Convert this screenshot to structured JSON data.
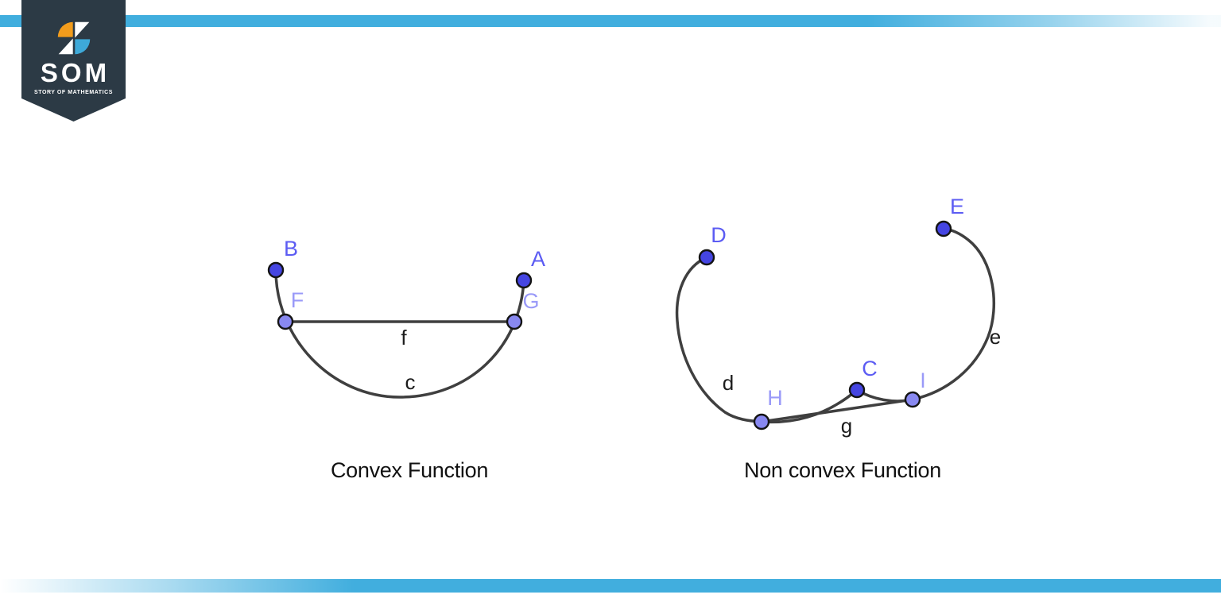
{
  "decor": {
    "top_bar_color": "#41aede",
    "bottom_bar_color": "#41aede"
  },
  "logo": {
    "acronym": "SOM",
    "tagline": "STORY OF MATHEMATICS",
    "banner_color": "#2c3a45",
    "icon_colors": {
      "orange": "#f29c1c",
      "blue": "#3ea9d8",
      "white": "#ffffff"
    }
  },
  "figures": {
    "convex": {
      "caption": "Convex Function",
      "chord_label": "f",
      "curve_label": "c",
      "points": {
        "B": {
          "label": "B",
          "style": "free"
        },
        "F": {
          "label": "F",
          "style": "dependent"
        },
        "G": {
          "label": "G",
          "style": "dependent"
        },
        "A": {
          "label": "A",
          "style": "free"
        }
      }
    },
    "nonconvex": {
      "caption": "Non convex Function",
      "chord_label": "g",
      "curve_label_left": "d",
      "curve_label_right": "e",
      "points": {
        "D": {
          "label": "D",
          "style": "free"
        },
        "H": {
          "label": "H",
          "style": "dependent"
        },
        "C": {
          "label": "C",
          "style": "free"
        },
        "I": {
          "label": "I",
          "style": "dependent"
        },
        "E": {
          "label": "E",
          "style": "free"
        }
      }
    }
  },
  "style": {
    "curve_color": "#3f3f3f",
    "free_point_fill": "#4545e2",
    "free_point_label_color": "#5c5cf3",
    "dependent_point_fill": "#8888f0",
    "dependent_point_label_color": "#9a9af8",
    "caption_color": "#111111",
    "segment_label_color": "#1c1c1c"
  }
}
